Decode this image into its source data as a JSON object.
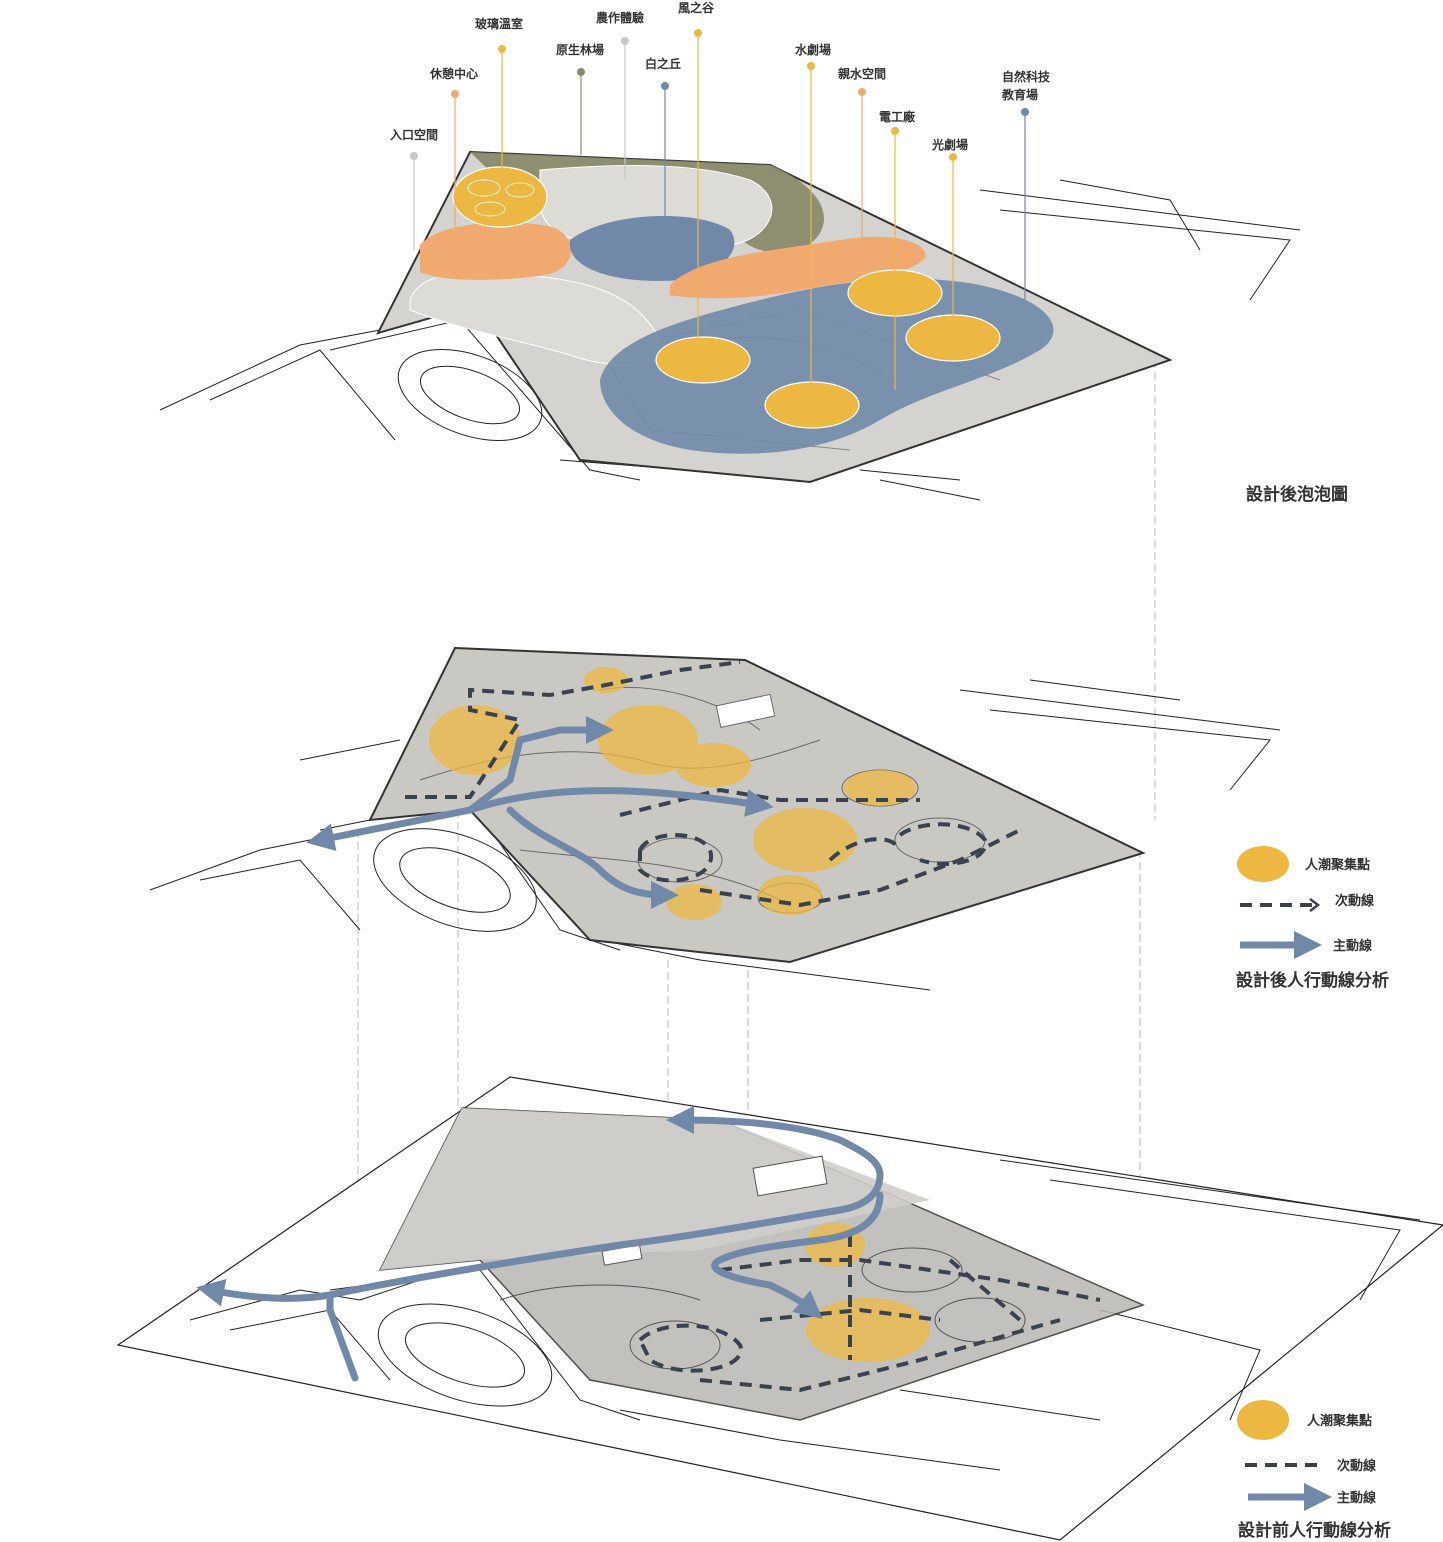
{
  "colors": {
    "yellow": "#EDB842",
    "orange": "#F0AA70",
    "blue": "#7089A8",
    "olive": "#8A8B6C",
    "grey": "#C9C8C3",
    "dark": "#3A4150",
    "light_grey_label": "#C8C8C8"
  },
  "layers": {
    "after_bubble": {
      "title": "設計後泡泡圖"
    },
    "after_flow": {
      "title": "設計後人行動線分析",
      "legend": {
        "crowd": "人潮聚集點",
        "secondary": "次動線",
        "main": "主動線"
      }
    },
    "before_flow": {
      "title": "設計前人行動線分析",
      "legend": {
        "crowd": "人潮聚集點",
        "secondary": "次動線",
        "main": "主動線"
      }
    }
  },
  "zones": [
    {
      "name": "入口空間",
      "color": "light_grey_label"
    },
    {
      "name": "休憩中心",
      "color": "orange"
    },
    {
      "name": "玻璃溫室",
      "color": "yellow"
    },
    {
      "name": "原生林場",
      "color": "olive"
    },
    {
      "name": "農作體驗",
      "color": "light_grey_label"
    },
    {
      "name": "白之丘",
      "color": "blue"
    },
    {
      "name": "風之谷",
      "color": "yellow"
    },
    {
      "name": "水劇場",
      "color": "yellow"
    },
    {
      "name": "親水空間",
      "color": "orange"
    },
    {
      "name": "電工廠",
      "color": "yellow"
    },
    {
      "name": "光劇場",
      "color": "yellow"
    },
    {
      "name": "自然科技",
      "color": "blue",
      "line2": "教育場"
    }
  ]
}
